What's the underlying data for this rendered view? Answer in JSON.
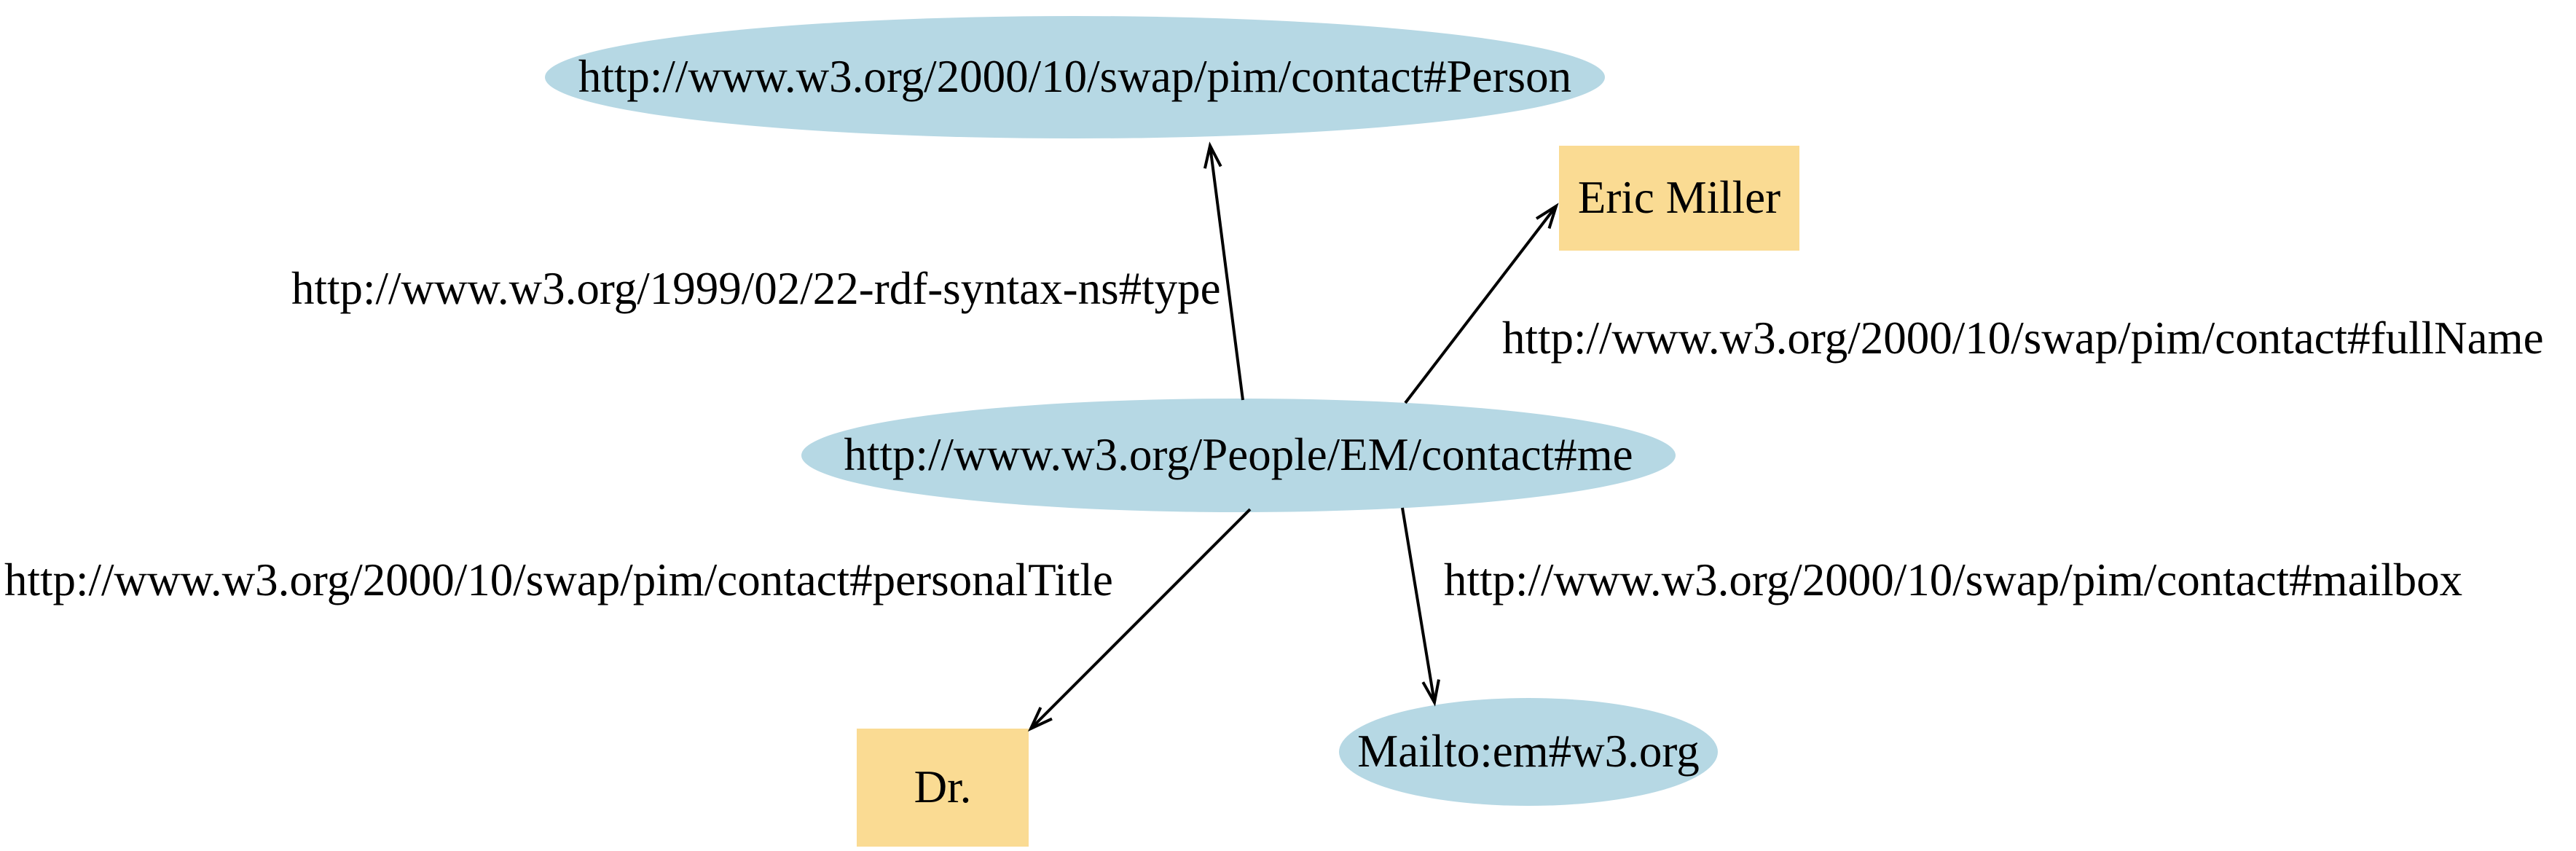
{
  "diagram": {
    "kind": "rdf-graph",
    "colors": {
      "background": "#FFFFFF",
      "resource_node_fill": "#B6D8E4",
      "literal_node_fill": "#FADB93",
      "edge_color": "#000000",
      "text_color": "#000000"
    },
    "nodes": {
      "person": {
        "label": "http://www.w3.org/2000/10/swap/pim/contact#Person",
        "shape": "ellipse"
      },
      "me": {
        "label": "http://www.w3.org/People/EM/contact#me",
        "shape": "ellipse"
      },
      "eric_miller": {
        "label": "Eric Miller",
        "shape": "rect"
      },
      "dr": {
        "label": "Dr.",
        "shape": "rect"
      },
      "mailto": {
        "label": "Mailto:em#w3.org",
        "shape": "ellipse"
      }
    },
    "edges": {
      "type": {
        "label": "http://www.w3.org/1999/02/22-rdf-syntax-ns#type",
        "from": "me",
        "to": "person"
      },
      "fullname": {
        "label": "http://www.w3.org/2000/10/swap/pim/contact#fullName",
        "from": "me",
        "to": "eric_miller"
      },
      "personal_title": {
        "label": "http://www.w3.org/2000/10/swap/pim/contact#personalTitle",
        "from": "me",
        "to": "dr"
      },
      "mailbox": {
        "label": "http://www.w3.org/2000/10/swap/pim/contact#mailbox",
        "from": "me",
        "to": "mailto"
      }
    }
  }
}
